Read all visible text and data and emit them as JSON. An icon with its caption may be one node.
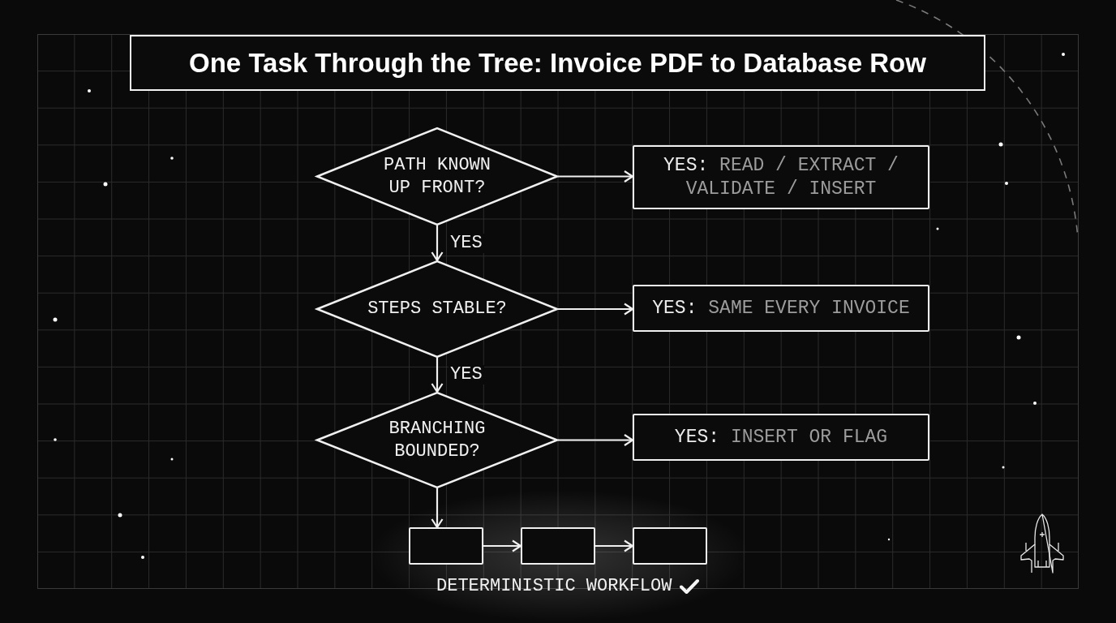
{
  "diagram": {
    "title": "One Task Through the Tree: Invoice PDF to Database Row",
    "nodes": [
      {
        "text": [
          "PATH KNOWN UP FRONT?"
        ]
      },
      {
        "text": [
          "YES: READ / EXTRACT / VALIDATE / INSERT"
        ]
      },
      {
        "text": [
          "STEPS STABLE?"
        ]
      },
      {
        "text": [
          "YES: SAME EVERY INVOICE"
        ]
      },
      {
        "text": [
          "BRANCHING BOUNDED?"
        ]
      },
      {
        "text": [
          "YES: INSERT OR FLAG"
        ]
      },
      {
        "text": [],
        "shape": "box"
      },
      {
        "text": [],
        "shape": "box"
      },
      {
        "text": [],
        "shape": "box"
      }
    ],
    "edges": [
      {
        "from": 0,
        "to": 1,
        "arrow": "to"
      },
      {
        "from": 0,
        "to": 2,
        "arrow": "to",
        "label": "YES"
      },
      {
        "from": 2,
        "to": 3,
        "arrow": "to"
      },
      {
        "from": 2,
        "to": 4,
        "arrow": "to",
        "label": "YES"
      },
      {
        "from": 4,
        "to": 5,
        "arrow": "to"
      },
      {
        "from": 4,
        "to": 6,
        "arrow": "to"
      },
      {
        "from": 6,
        "to": 7,
        "arrow": "to"
      },
      {
        "from": 7,
        "to": 8,
        "arrow": "to"
      }
    ],
    "labels": [
      "DETERMINISTIC WORKFLOW"
    ]
  }
}
